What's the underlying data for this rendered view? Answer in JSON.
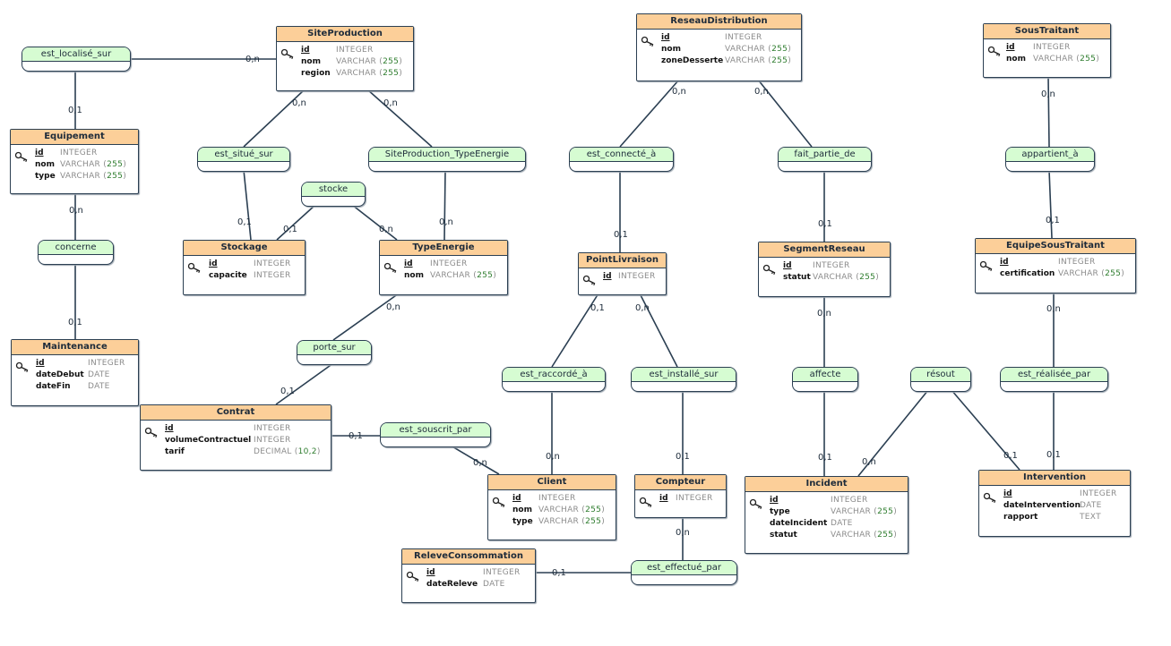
{
  "entities": [
    {
      "id": "SiteProduction",
      "name": "SiteProduction",
      "fields": [
        {
          "name": "id",
          "type": "INTEGER",
          "pk": true
        },
        {
          "name": "nom",
          "type": "VARCHAR",
          "len": "255"
        },
        {
          "name": "region",
          "type": "VARCHAR",
          "len": "255"
        }
      ]
    },
    {
      "id": "ReseauDistribution",
      "name": "ReseauDistribution",
      "fields": [
        {
          "name": "id",
          "type": "INTEGER",
          "pk": true
        },
        {
          "name": "nom",
          "type": "VARCHAR",
          "len": "255"
        },
        {
          "name": "zoneDesserte",
          "type": "VARCHAR",
          "len": "255"
        }
      ]
    },
    {
      "id": "SousTraitant",
      "name": "SousTraitant",
      "fields": [
        {
          "name": "id",
          "type": "INTEGER",
          "pk": true
        },
        {
          "name": "nom",
          "type": "VARCHAR",
          "len": "255"
        }
      ]
    },
    {
      "id": "Equipement",
      "name": "Equipement",
      "fields": [
        {
          "name": "id",
          "type": "INTEGER",
          "pk": true
        },
        {
          "name": "nom",
          "type": "VARCHAR",
          "len": "255"
        },
        {
          "name": "type",
          "type": "VARCHAR",
          "len": "255"
        }
      ]
    },
    {
      "id": "Stockage",
      "name": "Stockage",
      "fields": [
        {
          "name": "id",
          "type": "INTEGER",
          "pk": true
        },
        {
          "name": "capacite",
          "type": "INTEGER"
        }
      ]
    },
    {
      "id": "TypeEnergie",
      "name": "TypeEnergie",
      "fields": [
        {
          "name": "id",
          "type": "INTEGER",
          "pk": true
        },
        {
          "name": "nom",
          "type": "VARCHAR",
          "len": "255"
        }
      ]
    },
    {
      "id": "PointLivraison",
      "name": "PointLivraison",
      "fields": [
        {
          "name": "id",
          "type": "INTEGER",
          "pk": true
        }
      ]
    },
    {
      "id": "SegmentReseau",
      "name": "SegmentReseau",
      "fields": [
        {
          "name": "id",
          "type": "INTEGER",
          "pk": true
        },
        {
          "name": "statut",
          "type": "VARCHAR",
          "len": "255"
        }
      ]
    },
    {
      "id": "EquipeSousTraitant",
      "name": "EquipeSousTraitant",
      "fields": [
        {
          "name": "id",
          "type": "INTEGER",
          "pk": true
        },
        {
          "name": "certification",
          "type": "VARCHAR",
          "len": "255"
        }
      ]
    },
    {
      "id": "Maintenance",
      "name": "Maintenance",
      "fields": [
        {
          "name": "id",
          "type": "INTEGER",
          "pk": true
        },
        {
          "name": "dateDebut",
          "type": "DATE"
        },
        {
          "name": "dateFin",
          "type": "DATE"
        }
      ]
    },
    {
      "id": "Contrat",
      "name": "Contrat",
      "fields": [
        {
          "name": "id",
          "type": "INTEGER",
          "pk": true
        },
        {
          "name": "volumeContractuel",
          "type": "INTEGER"
        },
        {
          "name": "tarif",
          "type": "DECIMAL",
          "len": "10,2"
        }
      ]
    },
    {
      "id": "Client",
      "name": "Client",
      "fields": [
        {
          "name": "id",
          "type": "INTEGER",
          "pk": true
        },
        {
          "name": "nom",
          "type": "VARCHAR",
          "len": "255"
        },
        {
          "name": "type",
          "type": "VARCHAR",
          "len": "255"
        }
      ]
    },
    {
      "id": "Compteur",
      "name": "Compteur",
      "fields": [
        {
          "name": "id",
          "type": "INTEGER",
          "pk": true
        }
      ]
    },
    {
      "id": "Incident",
      "name": "Incident",
      "fields": [
        {
          "name": "id",
          "type": "INTEGER",
          "pk": true
        },
        {
          "name": "type",
          "type": "VARCHAR",
          "len": "255"
        },
        {
          "name": "dateIncident",
          "type": "DATE"
        },
        {
          "name": "statut",
          "type": "VARCHAR",
          "len": "255"
        }
      ]
    },
    {
      "id": "Intervention",
      "name": "Intervention",
      "fields": [
        {
          "name": "id",
          "type": "INTEGER",
          "pk": true
        },
        {
          "name": "dateIntervention",
          "type": "DATE"
        },
        {
          "name": "rapport",
          "type": "TEXT"
        }
      ]
    },
    {
      "id": "ReleveConsommation",
      "name": "ReleveConsommation",
      "fields": [
        {
          "name": "id",
          "type": "INTEGER",
          "pk": true
        },
        {
          "name": "dateReleve",
          "type": "DATE"
        }
      ]
    }
  ],
  "associations": [
    {
      "id": "est_localise_sur",
      "name": "est_localisé_sur"
    },
    {
      "id": "est_situe_sur",
      "name": "est_situé_sur"
    },
    {
      "id": "SiteProduction_TypeEnergie",
      "name": "SiteProduction_TypeEnergie"
    },
    {
      "id": "stocke",
      "name": "stocke"
    },
    {
      "id": "est_connecte_a",
      "name": "est_connecté_à"
    },
    {
      "id": "fait_partie_de",
      "name": "fait_partie_de"
    },
    {
      "id": "appartient_a",
      "name": "appartient_à"
    },
    {
      "id": "concerne",
      "name": "concerne"
    },
    {
      "id": "porte_sur",
      "name": "porte_sur"
    },
    {
      "id": "est_souscrit_par",
      "name": "est_souscrit_par"
    },
    {
      "id": "est_raccorde_a",
      "name": "est_raccordé_à"
    },
    {
      "id": "est_installe_sur",
      "name": "est_installé_sur"
    },
    {
      "id": "affecte",
      "name": "affecte"
    },
    {
      "id": "resout",
      "name": "résout"
    },
    {
      "id": "est_realisee_par",
      "name": "est_réalisée_par"
    },
    {
      "id": "est_effectue_par",
      "name": "est_effectué_par"
    }
  ],
  "links": [
    {
      "assoc": "est_localise_sur",
      "entity": "SiteProduction",
      "card": "0,n"
    },
    {
      "assoc": "est_localise_sur",
      "entity": "Equipement",
      "card": "0,1"
    },
    {
      "assoc": "est_situe_sur",
      "entity": "SiteProduction",
      "card": "0,n"
    },
    {
      "assoc": "est_situe_sur",
      "entity": "Stockage",
      "card": "0,1"
    },
    {
      "assoc": "SiteProduction_TypeEnergie",
      "entity": "SiteProduction",
      "card": "0,n"
    },
    {
      "assoc": "SiteProduction_TypeEnergie",
      "entity": "TypeEnergie",
      "card": "0,n"
    },
    {
      "assoc": "stocke",
      "entity": "Stockage",
      "card": "0,1"
    },
    {
      "assoc": "stocke",
      "entity": "TypeEnergie",
      "card": "0,n"
    },
    {
      "assoc": "est_connecte_a",
      "entity": "ReseauDistribution",
      "card": "0,n"
    },
    {
      "assoc": "est_connecte_a",
      "entity": "PointLivraison",
      "card": "0,1"
    },
    {
      "assoc": "fait_partie_de",
      "entity": "ReseauDistribution",
      "card": "0,n"
    },
    {
      "assoc": "fait_partie_de",
      "entity": "SegmentReseau",
      "card": "0,1"
    },
    {
      "assoc": "appartient_a",
      "entity": "SousTraitant",
      "card": "0,n"
    },
    {
      "assoc": "appartient_a",
      "entity": "EquipeSousTraitant",
      "card": "0,1"
    },
    {
      "assoc": "concerne",
      "entity": "Equipement",
      "card": "0,n"
    },
    {
      "assoc": "concerne",
      "entity": "Maintenance",
      "card": "0,1"
    },
    {
      "assoc": "porte_sur",
      "entity": "TypeEnergie",
      "card": "0,n"
    },
    {
      "assoc": "porte_sur",
      "entity": "Contrat",
      "card": "0,1"
    },
    {
      "assoc": "est_souscrit_par",
      "entity": "Contrat",
      "card": "0,1"
    },
    {
      "assoc": "est_souscrit_par",
      "entity": "Client",
      "card": "0,n"
    },
    {
      "assoc": "est_raccorde_a",
      "entity": "PointLivraison",
      "card": "0,1"
    },
    {
      "assoc": "est_raccorde_a",
      "entity": "Client",
      "card": "0,n"
    },
    {
      "assoc": "est_installe_sur",
      "entity": "PointLivraison",
      "card": "0,n"
    },
    {
      "assoc": "est_installe_sur",
      "entity": "Compteur",
      "card": "0,1"
    },
    {
      "assoc": "affecte",
      "entity": "SegmentReseau",
      "card": "0,n"
    },
    {
      "assoc": "affecte",
      "entity": "Incident",
      "card": "0,1"
    },
    {
      "assoc": "resout",
      "entity": "Incident",
      "card": "0,n"
    },
    {
      "assoc": "resout",
      "entity": "Intervention",
      "card": "0,1"
    },
    {
      "assoc": "est_realisee_par",
      "entity": "EquipeSousTraitant",
      "card": "0,n"
    },
    {
      "assoc": "est_realisee_par",
      "entity": "Intervention",
      "card": "0,1"
    },
    {
      "assoc": "est_effectue_par",
      "entity": "Compteur",
      "card": "0,n"
    },
    {
      "assoc": "est_effectue_par",
      "entity": "ReleveConsommation",
      "card": "0,1"
    }
  ],
  "colors": {
    "entity_header": "#fccf99",
    "association_header": "#d6fcd2",
    "border": "#2b3f52",
    "type_text": "#8c8c8c",
    "type_number": "#2f7d2f"
  }
}
